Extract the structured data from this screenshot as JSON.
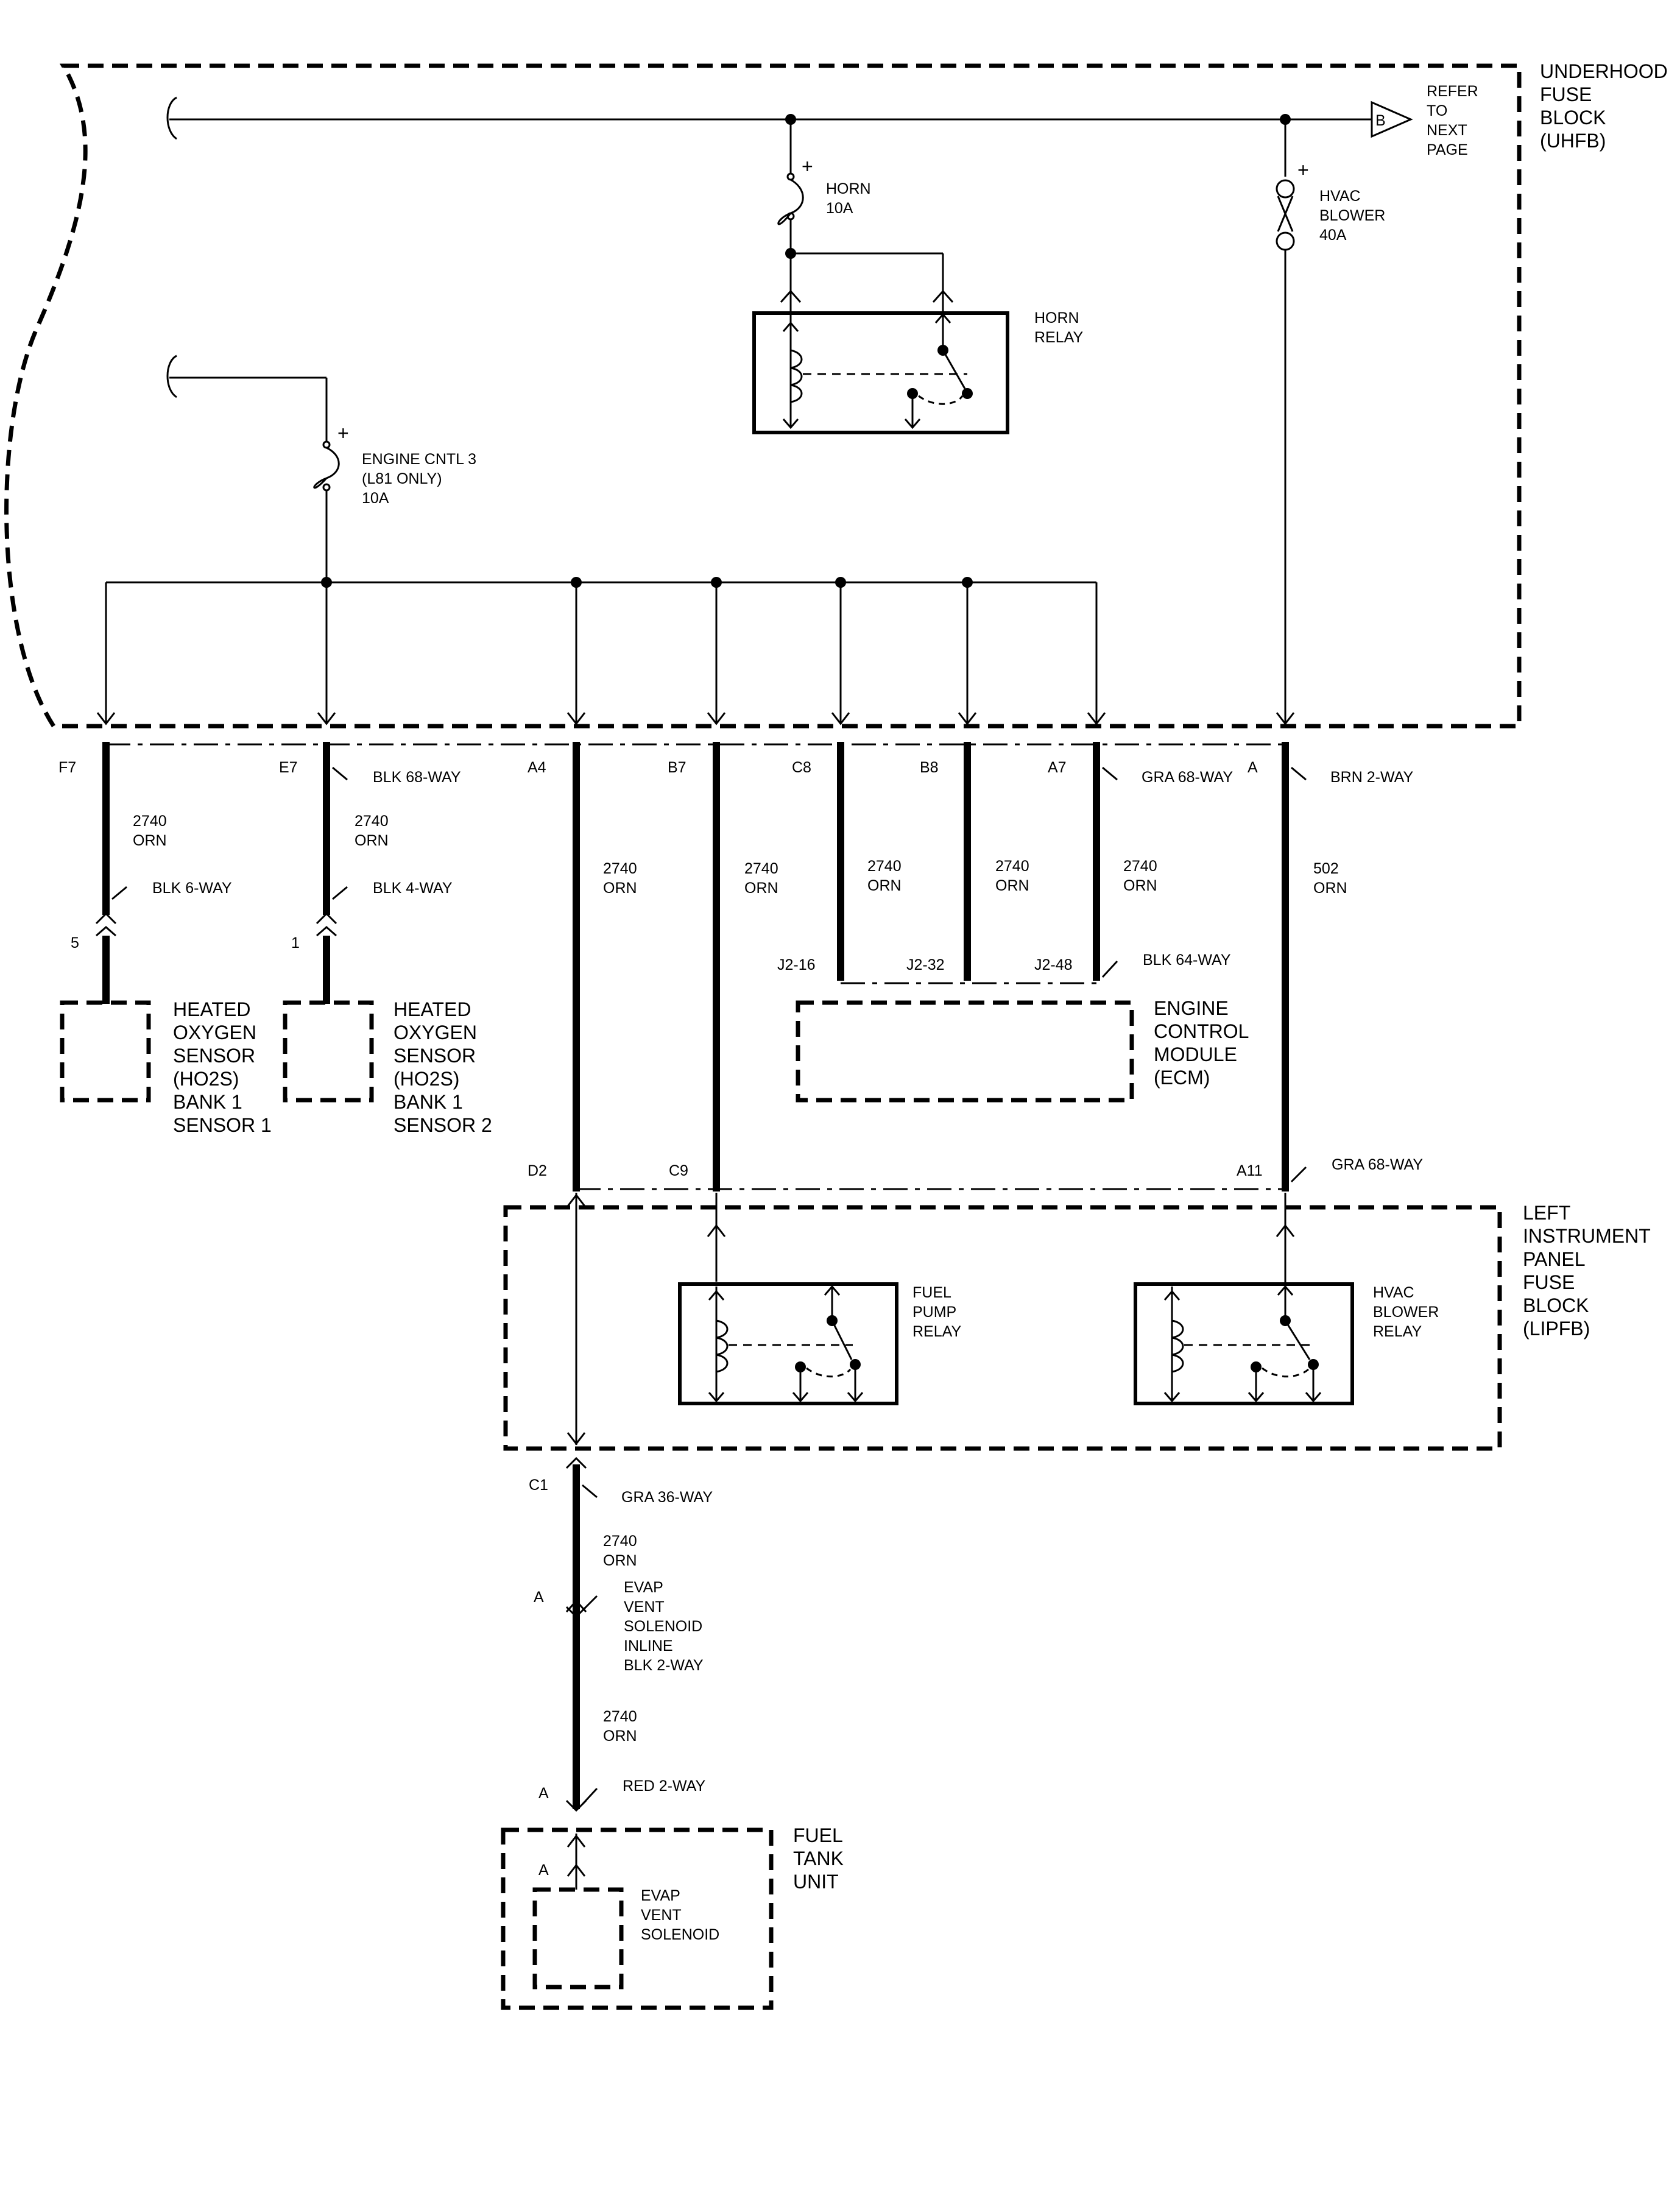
{
  "underhood_fuse_block": {
    "line1": "UNDERHOOD",
    "line2": "FUSE",
    "line3": "BLOCK",
    "line4": "(UHFB)"
  },
  "refer": {
    "letter": "B",
    "line1": "REFER",
    "line2": "TO",
    "line3": "NEXT",
    "line4": "PAGE"
  },
  "fuses": {
    "horn": {
      "name": "HORN",
      "rating": "10A",
      "polarity": "+"
    },
    "hvac": {
      "line1": "HVAC",
      "line2": "BLOWER",
      "rating": "40A",
      "polarity": "+"
    },
    "engine": {
      "line1": "ENGINE CNTL 3",
      "line2": "(L81 ONLY)",
      "rating": "10A",
      "polarity": "+"
    }
  },
  "horn_relay": {
    "line1": "HORN",
    "line2": "RELAY"
  },
  "pins": {
    "f7": "F7",
    "e7": "E7",
    "a4": "A4",
    "b7": "B7",
    "c8": "C8",
    "b8": "B8",
    "a7": "A7",
    "a": "A",
    "p5": "5",
    "p1": "1",
    "j2_16": "J2-16",
    "j2_32": "J2-32",
    "j2_48": "J2-48",
    "d2": "D2",
    "c9": "C9",
    "a11": "A11",
    "c1": "C1",
    "inline_a": "A",
    "red_a": "A",
    "tank_a": "A"
  },
  "connectors": {
    "blk68": "BLK 68-WAY",
    "gra68_top": "GRA 68-WAY",
    "brn2": "BRN 2-WAY",
    "blk6": "BLK 6-WAY",
    "blk4": "BLK 4-WAY",
    "blk64": "BLK 64-WAY",
    "gra68_bottom": "GRA 68-WAY",
    "gra36": "GRA 36-WAY",
    "evap_inline": [
      "EVAP",
      "VENT",
      "SOLENOID",
      "INLINE",
      "BLK 2-WAY"
    ],
    "red2": "RED 2-WAY"
  },
  "wires": {
    "w_f7": {
      "circuit": "2740",
      "color": "ORN"
    },
    "w_e7": {
      "circuit": "2740",
      "color": "ORN"
    },
    "w_a4": {
      "circuit": "2740",
      "color": "ORN"
    },
    "w_b7": {
      "circuit": "2740",
      "color": "ORN"
    },
    "w_c8": {
      "circuit": "2740",
      "color": "ORN"
    },
    "w_b8": {
      "circuit": "2740",
      "color": "ORN"
    },
    "w_a7": {
      "circuit": "2740",
      "color": "ORN"
    },
    "w_hvac": {
      "circuit": "502",
      "color": "ORN"
    },
    "w_c1": {
      "circuit": "2740",
      "color": "ORN"
    },
    "w_inline": {
      "circuit": "2740",
      "color": "ORN"
    }
  },
  "components": {
    "ho2s_1": [
      "HEATED",
      "OXYGEN",
      "SENSOR",
      "(HO2S)",
      "BANK 1",
      "SENSOR 1"
    ],
    "ho2s_2": [
      "HEATED",
      "OXYGEN",
      "SENSOR",
      "(HO2S)",
      "BANK 1",
      "SENSOR 2"
    ],
    "ecm": [
      "ENGINE",
      "CONTROL",
      "MODULE",
      "(ECM)"
    ],
    "lipfb": [
      "LEFT",
      "INSTRUMENT",
      "PANEL",
      "FUSE",
      "BLOCK",
      "(LIPFB)"
    ],
    "fuel_pump_relay": [
      "FUEL",
      "PUMP",
      "RELAY"
    ],
    "hvac_relay": [
      "HVAC",
      "BLOWER",
      "RELAY"
    ],
    "fuel_tank": [
      "FUEL",
      "TANK",
      "UNIT"
    ],
    "evap_solenoid": [
      "EVAP",
      "VENT",
      "SOLENOID"
    ]
  }
}
